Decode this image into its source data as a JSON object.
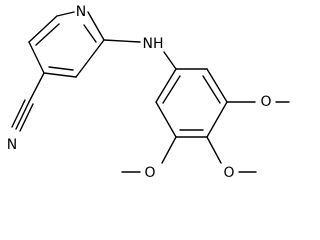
{
  "atoms": {
    "ring_nitrogen": "N",
    "amine": "NH",
    "nitrile_nitrogen": "N",
    "methoxy_top_oxygen": "O",
    "methoxy_middle_oxygen": "O",
    "methoxy_bottom_oxygen": "O"
  },
  "colors": {
    "bond": "#000000",
    "label": "#000000",
    "background": "#ffffff"
  }
}
